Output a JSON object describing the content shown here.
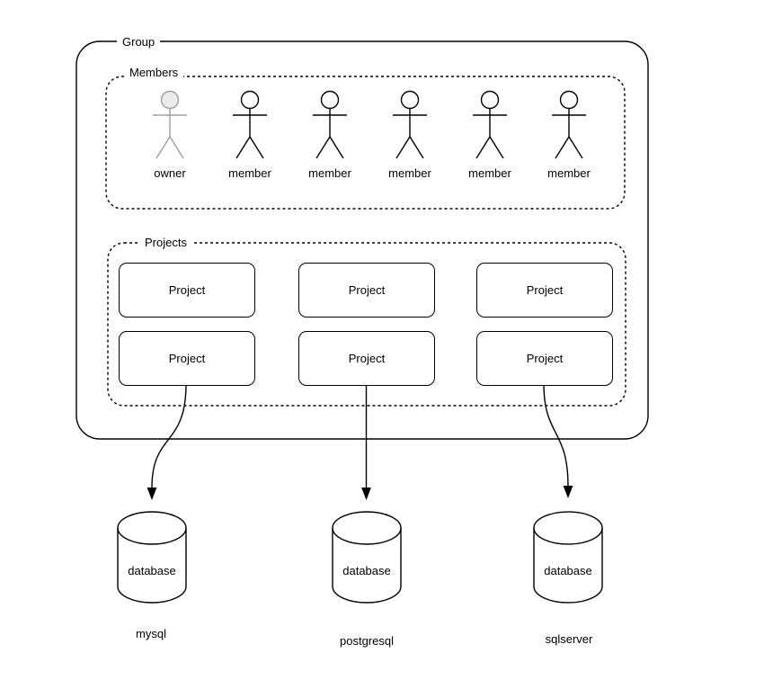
{
  "group": {
    "label": "Group"
  },
  "members": {
    "label": "Members",
    "people": [
      {
        "label": "owner"
      },
      {
        "label": "member"
      },
      {
        "label": "member"
      },
      {
        "label": "member"
      },
      {
        "label": "member"
      },
      {
        "label": "member"
      }
    ]
  },
  "projects": {
    "label": "Projects",
    "cards": [
      {
        "label": "Project"
      },
      {
        "label": "Project"
      },
      {
        "label": "Project"
      },
      {
        "label": "Project"
      },
      {
        "label": "Project"
      },
      {
        "label": "Project"
      }
    ]
  },
  "databases": [
    {
      "label": "database",
      "name": "mysql"
    },
    {
      "label": "database",
      "name": "postgresql"
    },
    {
      "label": "database",
      "name": "sqlserver"
    }
  ],
  "colors": {
    "stroke": "#000000",
    "owner_stroke": "#9e9e9e",
    "owner_head_fill": "#ebebeb",
    "background": "#ffffff"
  }
}
